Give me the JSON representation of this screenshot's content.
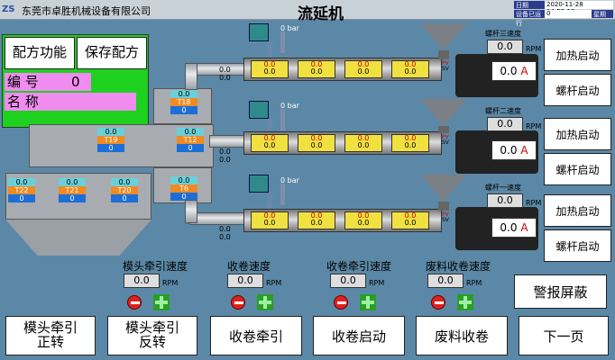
{
  "header": {
    "logo": "ZS",
    "company": "东莞市卓胜机械设备有限公司",
    "title": "流延机",
    "date_label": "日期",
    "date_value": "2020-11-28 14:52:13",
    "runtime_label": "设备已运行",
    "runtime_value": "0",
    "runtime_unit": "星期"
  },
  "recipe": {
    "func_button": "配方功能",
    "save_button": "保存配方",
    "number_label": "编  号",
    "number_value": "0",
    "name_label": "名  称"
  },
  "left_units": [
    {
      "tag": "T18",
      "top": "0.0",
      "bot": "0"
    },
    {
      "tag": "T19",
      "top": "0.0",
      "bot": "0"
    },
    {
      "tag": "T12",
      "top": "0.0",
      "bot": "0"
    },
    {
      "tag": "T6",
      "top": "0.0",
      "bot": "0"
    },
    {
      "tag": "T22",
      "top": "0.0",
      "bot": "0"
    },
    {
      "tag": "T21",
      "top": "0.0",
      "bot": "0"
    },
    {
      "tag": "T20",
      "top": "0.0",
      "bot": "0"
    }
  ],
  "extruders": [
    {
      "pressure": "0 bar",
      "screw_label": "螺杆三速度",
      "speed": "0.0",
      "rpm": "RPM",
      "current": "0.0",
      "amp": "A",
      "heat_button": "加热启动",
      "screw_button": "螺杆启动",
      "side_val1": "0.0",
      "side_val2": "0.0"
    },
    {
      "pressure": "0 bar",
      "screw_label": "螺杆二速度",
      "speed": "0.0",
      "rpm": "RPM",
      "current": "0.0",
      "amp": "A",
      "heat_button": "加热启动",
      "screw_button": "螺杆启动",
      "side_val1": "0.0",
      "side_val2": "0.0"
    },
    {
      "pressure": "0 bar",
      "screw_label": "螺杆一速度",
      "speed": "0.0",
      "rpm": "RPM",
      "current": "0.0",
      "amp": "A",
      "heat_button": "加热启动",
      "screw_button": "螺杆启动",
      "side_val1": "0.0",
      "side_val2": "0.0"
    }
  ],
  "zone": {
    "pv": "0.0",
    "sv": "0.0"
  },
  "pvsv": {
    "pv": "PV",
    "sv": "SV"
  },
  "speeds": [
    {
      "label": "模头牵引速度",
      "value": "0.0",
      "unit": "RPM"
    },
    {
      "label": "收卷速度",
      "value": "0.0",
      "unit": "RPM"
    },
    {
      "label": "收卷牵引速度",
      "value": "0.0",
      "unit": "RPM"
    },
    {
      "label": "废料收卷速度",
      "value": "0.0",
      "unit": "RPM"
    }
  ],
  "bottom_buttons": {
    "die_forward_1": "模头牵引",
    "die_forward_2": "正转",
    "die_reverse_1": "模头牵引",
    "die_reverse_2": "反转",
    "winding_pull": "收卷牵引",
    "winding_start": "收卷启动",
    "waste_winding": "废料收卷",
    "next_page": "下一页",
    "alarm_mask": "警报屏蔽"
  }
}
